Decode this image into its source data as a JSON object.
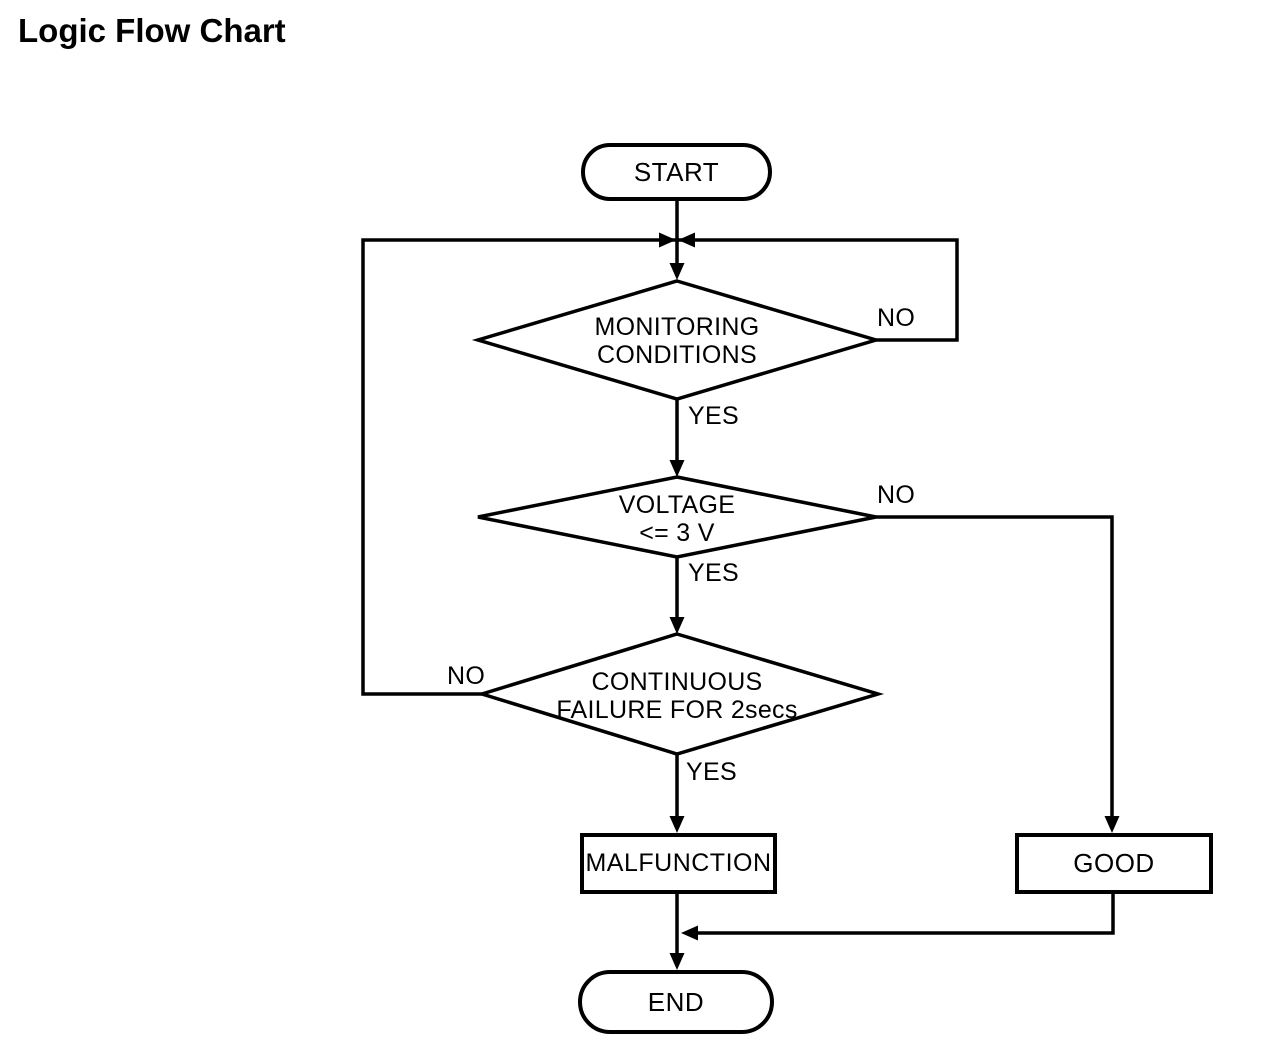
{
  "title": "Logic Flow Chart",
  "nodes": {
    "start": {
      "type": "terminator",
      "label": "START"
    },
    "monitoring": {
      "type": "decision",
      "line1": "MONITORING",
      "line2": "CONDITIONS"
    },
    "voltage": {
      "type": "decision",
      "line1": "VOLTAGE",
      "line2": "<= 3 V"
    },
    "continuous": {
      "type": "decision",
      "line1": "CONTINUOUS",
      "line2": "FAILURE FOR 2secs"
    },
    "malfunction": {
      "type": "process",
      "label": "MALFUNCTION"
    },
    "good": {
      "type": "process",
      "label": "GOOD"
    },
    "end": {
      "type": "terminator",
      "label": "END"
    }
  },
  "edge_labels": {
    "monitoring_no": "NO",
    "monitoring_yes": "YES",
    "voltage_no": "NO",
    "voltage_yes": "YES",
    "continuous_no": "NO",
    "continuous_yes": "YES"
  },
  "colors": {
    "line": "#000000",
    "background": "#ffffff",
    "text": "#000000",
    "node_fill": "#ffffff"
  }
}
